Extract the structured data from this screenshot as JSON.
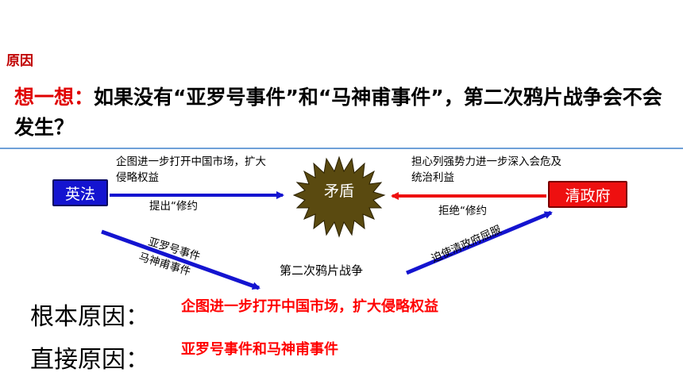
{
  "section_title": "原因",
  "question": {
    "prefix": "想一想：",
    "text": "如果没有“亚罗号事件”和“马神甫事件”，第二次鸦片战争会不会发生？"
  },
  "diagram": {
    "left_box": "英法",
    "right_box": "清政府",
    "center": "矛盾",
    "left_note": "企图进一步打开中国市场，扩大侵略权益",
    "right_note": "担心列强势力进一步深入会危及统治利益",
    "left_arrow_label": "提出“修约",
    "right_arrow_label": "拒绝“修约",
    "event_1": "亚罗号事件",
    "event_2": "马神甫事件",
    "war": "第二次鸦片战争",
    "force_label": "迫使清政府屈服",
    "colors": {
      "blue": "#1414d0",
      "red": "#ee1010",
      "burst": "#5a4a10"
    }
  },
  "causes": {
    "root_label": "根本原因：",
    "root_text": "企图进一步打开中国市场，扩大侵略权益",
    "direct_label": "直接原因：",
    "direct_text": "亚罗号事件和马神甫事件"
  }
}
